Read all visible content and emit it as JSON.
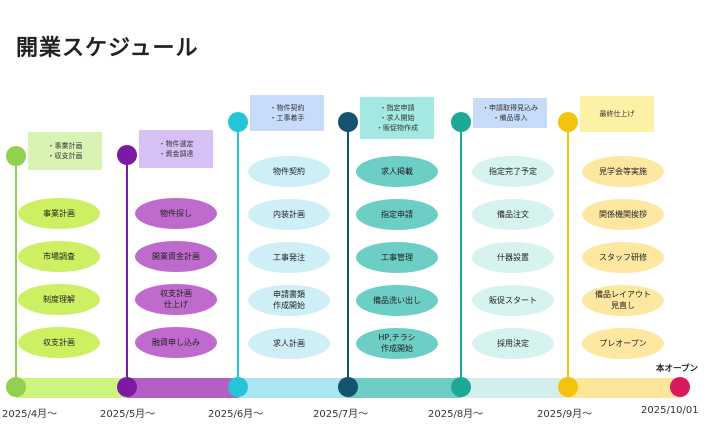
{
  "title": "開業スケジュール",
  "final_label": "本オープン",
  "phases": [
    {
      "date": "2025/4月～",
      "color": "#92d050",
      "bar": "#ccf47e",
      "note_bg": "#d9f3b4",
      "pill_bg": "#ccf061",
      "note": [
        "・事業計画",
        "・収支計画"
      ],
      "tasks": [
        [
          "事業計画"
        ],
        [
          "市場調査"
        ],
        [
          "制度理解"
        ],
        [
          "収支計画"
        ]
      ]
    },
    {
      "date": "2025/5月～",
      "color": "#7c1aa3",
      "bar": "#b45fc5",
      "note_bg": "#d7c0f5",
      "pill_bg": "#bf6bcd",
      "note": [
        "・物件選定",
        "・資金調達"
      ],
      "tasks": [
        [
          "物件探し"
        ],
        [
          "開業資金計画"
        ],
        [
          "収支計画",
          "仕上げ"
        ],
        [
          "融資申し込み"
        ]
      ]
    },
    {
      "date": "2025/6月～",
      "color": "#25c4d6",
      "bar": "#a9e5f3",
      "note_bg": "#c6dcfa",
      "pill_bg": "#cdeff5",
      "note": [
        "・物件契約",
        "・工事着手"
      ],
      "tasks": [
        [
          "物件契約"
        ],
        [
          "内装計画"
        ],
        [
          "工事発注"
        ],
        [
          "申請書類",
          "作成開始"
        ],
        [
          "求人計画"
        ]
      ]
    },
    {
      "date": "2025/7月～",
      "color": "#15546f",
      "bar": "#6fcdc6",
      "note_bg": "#a3e9e1",
      "pill_bg": "#6ccec4",
      "note": [
        "・指定申請",
        "・求人開始",
        "・販促物作成"
      ],
      "tasks": [
        [
          "求人掲載"
        ],
        [
          "指定申請"
        ],
        [
          "工事管理"
        ],
        [
          "備品洗い出し"
        ],
        [
          "HP,チラシ",
          "作成開始"
        ]
      ]
    },
    {
      "date": "2025/8月～",
      "color": "#1ea897",
      "bar": "#d2efee",
      "note_bg": "#c6dcfa",
      "pill_bg": "#d6f3ef",
      "note": [
        "・申請取得見込み",
        "・備品導入"
      ],
      "tasks": [
        [
          "指定完了予定"
        ],
        [
          "備品注文"
        ],
        [
          "什器設置"
        ],
        [
          "販促スタート"
        ],
        [
          "採用決定"
        ]
      ]
    },
    {
      "date": "2025/9月～",
      "color": "#f4c30c",
      "bar": "#fde59a",
      "note_bg": "#fbf2a6",
      "pill_bg": "#fde7a1",
      "note": [
        "最終仕上げ"
      ],
      "tasks": [
        [
          "見学会等実施"
        ],
        [
          "関係機関挨拶"
        ],
        [
          "スタッフ研修"
        ],
        [
          "備品レイアウト",
          "見直し"
        ],
        [
          "プレオープン"
        ]
      ]
    }
  ],
  "final_date": "2025/10/01",
  "final_color": "#d81b5c"
}
